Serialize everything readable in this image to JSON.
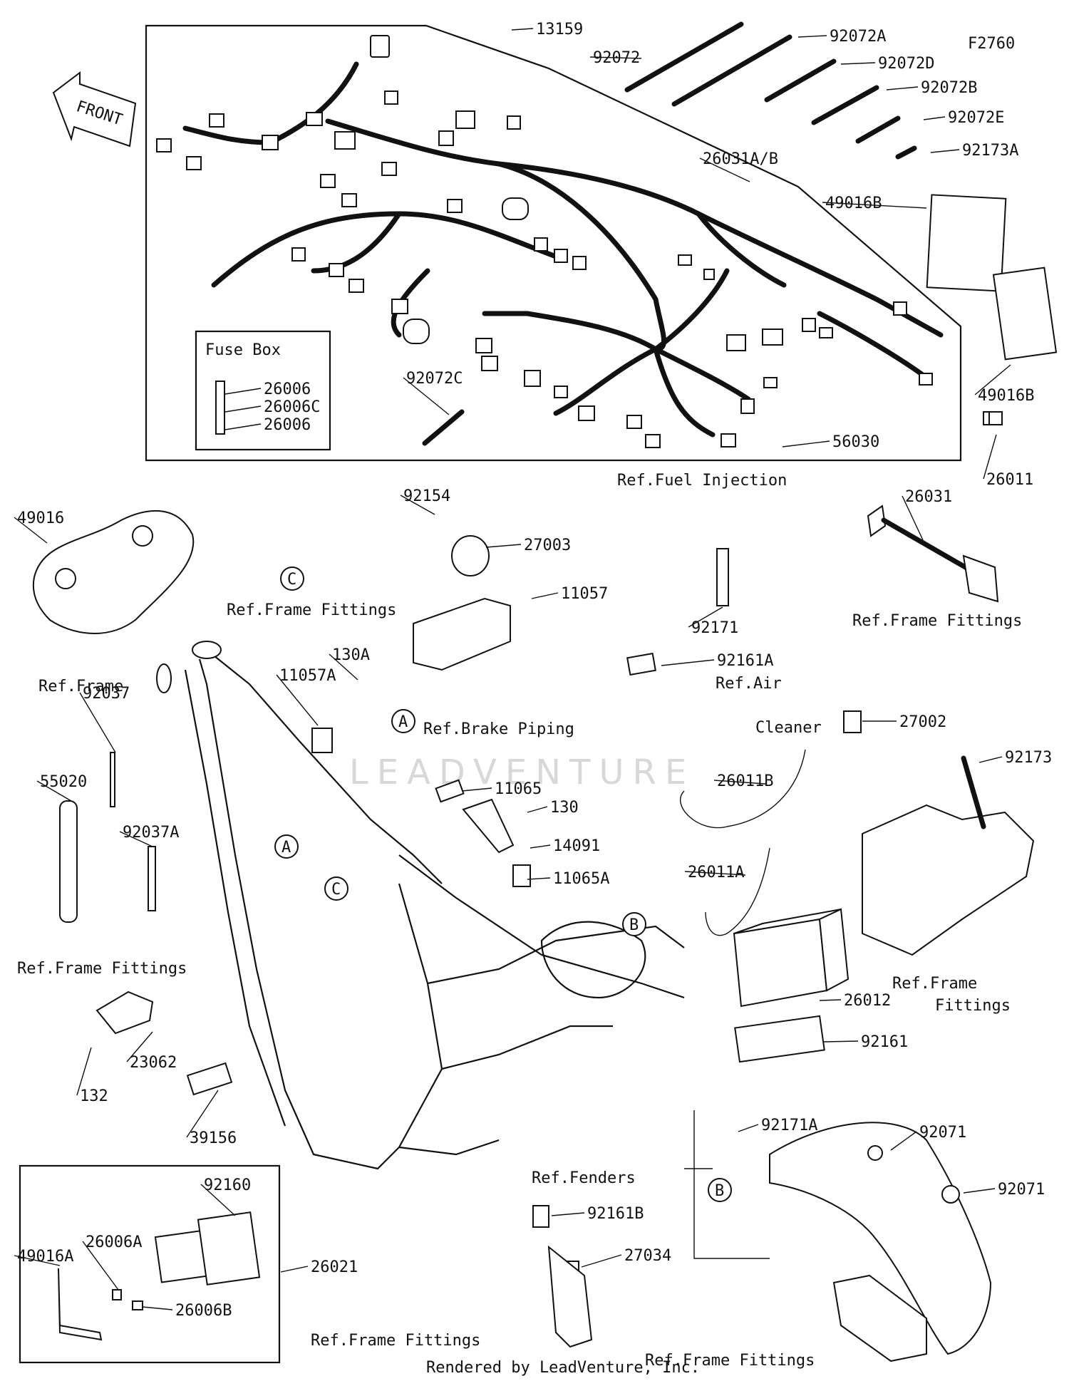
{
  "diagram": {
    "code": "F2760",
    "front_label": "FRONT",
    "fuse_box_title": "Fuse Box",
    "watermark": "LEADVENTURE",
    "footer": "Rendered by LeadVenture, Inc."
  },
  "parts": [
    {
      "id": "13159"
    },
    {
      "id": "92072"
    },
    {
      "id": "92072A"
    },
    {
      "id": "92072D"
    },
    {
      "id": "92072B"
    },
    {
      "id": "92072E"
    },
    {
      "id": "92173A"
    },
    {
      "id": "26031A/B"
    },
    {
      "id": "49016B"
    },
    {
      "id": "49016B"
    },
    {
      "id": "26006"
    },
    {
      "id": "26006C"
    },
    {
      "id": "26006"
    },
    {
      "id": "92072C"
    },
    {
      "id": "56030"
    },
    {
      "id": "26011"
    },
    {
      "id": "49016"
    },
    {
      "id": "92154"
    },
    {
      "id": "27003"
    },
    {
      "id": "11057"
    },
    {
      "id": "92171"
    },
    {
      "id": "26031"
    },
    {
      "id": "130A"
    },
    {
      "id": "11057A"
    },
    {
      "id": "92161A"
    },
    {
      "id": "27002"
    },
    {
      "id": "92037"
    },
    {
      "id": "55020"
    },
    {
      "id": "92037A"
    },
    {
      "id": "11065"
    },
    {
      "id": "130"
    },
    {
      "id": "14091"
    },
    {
      "id": "11065A"
    },
    {
      "id": "26011B"
    },
    {
      "id": "92173"
    },
    {
      "id": "26011A"
    },
    {
      "id": "26012"
    },
    {
      "id": "92161"
    },
    {
      "id": "23062"
    },
    {
      "id": "132"
    },
    {
      "id": "39156"
    },
    {
      "id": "92171A"
    },
    {
      "id": "92071"
    },
    {
      "id": "92071"
    },
    {
      "id": "92160"
    },
    {
      "id": "26006A"
    },
    {
      "id": "49016A"
    },
    {
      "id": "26021"
    },
    {
      "id": "26006B"
    },
    {
      "id": "92161B"
    },
    {
      "id": "27034"
    }
  ],
  "references": [
    "Ref.Fuel Injection",
    "Ref.Frame Fittings",
    "Ref.Frame Fittings",
    "Ref.Brake Piping",
    "Ref.Frame",
    "Ref.Air",
    "Cleaner",
    "Ref.Frame Fittings",
    "Ref.Frame",
    "Fittings",
    "Ref.Fenders",
    "Ref.Frame Fittings",
    "Ref.Frame Fittings"
  ],
  "circle_markers": [
    "C",
    "A",
    "A",
    "C",
    "B",
    "B"
  ]
}
